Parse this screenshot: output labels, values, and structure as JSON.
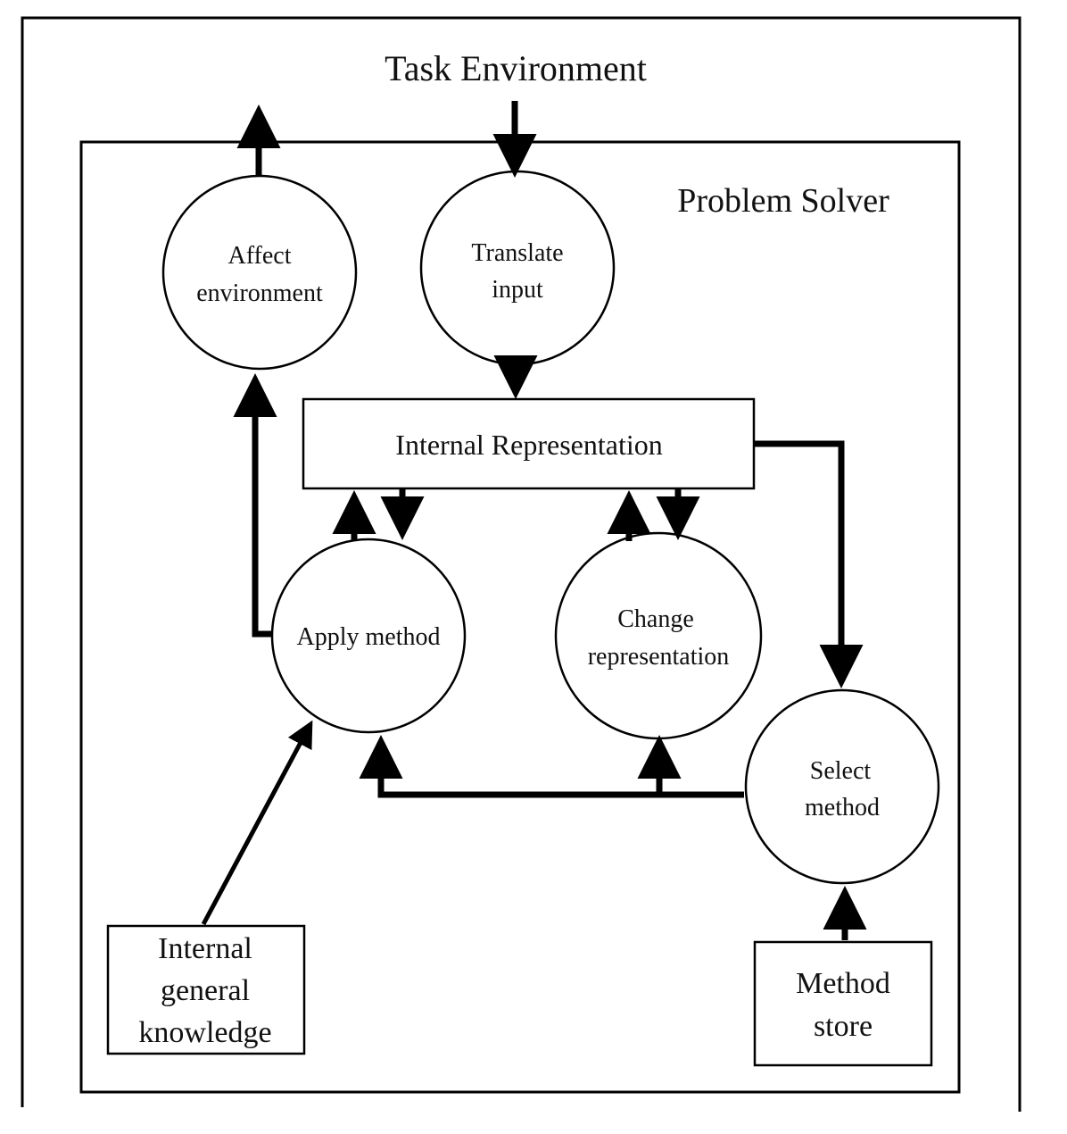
{
  "title": "Task Environment",
  "subtitle": "Problem Solver",
  "nodes": {
    "affect": [
      "Affect",
      "environment"
    ],
    "translate": [
      "Translate",
      "input"
    ],
    "internal_representation": "Internal Representation",
    "apply": "Apply method",
    "change": [
      "Change",
      "representation"
    ],
    "select": [
      "Select",
      "method"
    ],
    "knowledge": [
      "Internal",
      "general",
      "knowledge"
    ],
    "method_store": [
      "Method",
      "store"
    ]
  }
}
